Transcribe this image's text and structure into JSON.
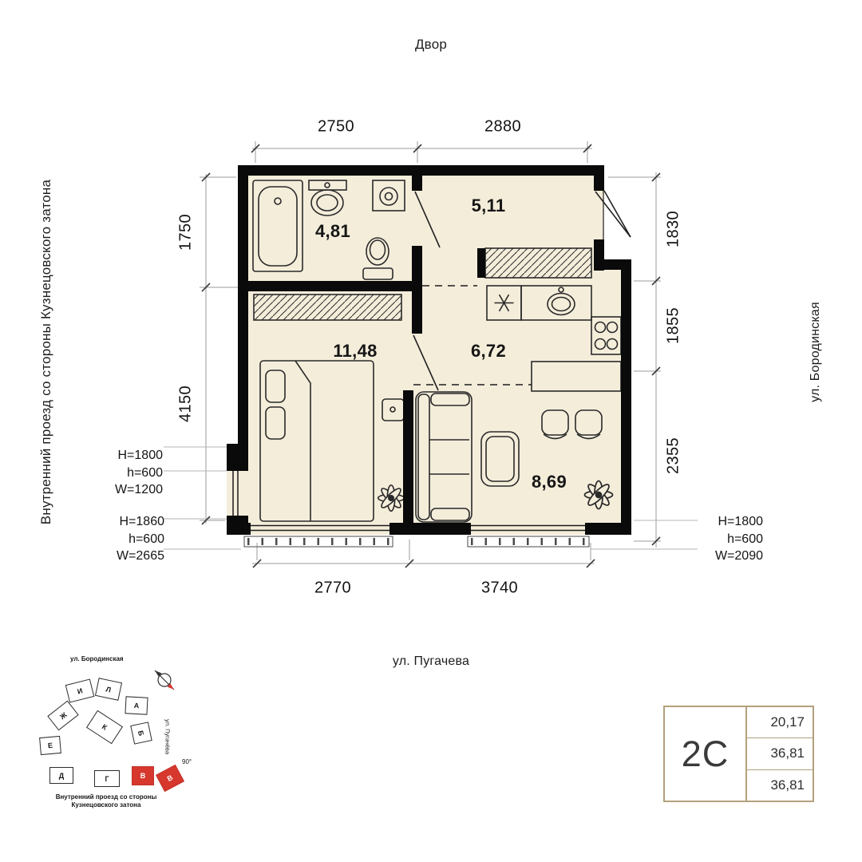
{
  "surroundings": {
    "top": "Двор",
    "left": "Внутренний проезд со стороны Кузнецовского затона",
    "right": "ул. Бородинская",
    "bottom": "ул. Пугачева"
  },
  "dimensions": {
    "top": [
      "2750",
      "2880"
    ],
    "left": [
      "1750",
      "4150"
    ],
    "right": [
      "1830",
      "1855",
      "2355"
    ],
    "bottom": [
      "2770",
      "3740"
    ]
  },
  "window_specs": {
    "left_upper": [
      "H=1800",
      "h=600",
      "W=1200"
    ],
    "left_lower": [
      "H=1860",
      "h=600",
      "W=2665"
    ],
    "right_lower": [
      "H=1800",
      "h=600",
      "W=2090"
    ]
  },
  "rooms": [
    {
      "name": "bathroom",
      "area": "4,81"
    },
    {
      "name": "hallway",
      "area": "5,11"
    },
    {
      "name": "bedroom",
      "area": "11,48"
    },
    {
      "name": "kitchen",
      "area": "6,72"
    },
    {
      "name": "living",
      "area": "8,69"
    }
  ],
  "site_map": {
    "street_top": "ул. Бородинская",
    "street_right": "ул. Пугачёва",
    "street_bottom_line1": "Внутренний проезд со стороны",
    "street_bottom_line2": "Кузнецовского затона",
    "angle_label": "90°",
    "buildings": [
      "И",
      "Л",
      "А",
      "Ж",
      "К",
      "Б",
      "Е",
      "Д",
      "Г"
    ],
    "highlighted": [
      "В",
      "В"
    ]
  },
  "apartment_card": {
    "type": "2С",
    "values": [
      "20,17",
      "36,81",
      "36,81"
    ]
  },
  "colors": {
    "floor": "#f4edda",
    "wall": "#0a0a0a",
    "accent_red": "#d6382e",
    "card_border": "#b3a07c"
  }
}
